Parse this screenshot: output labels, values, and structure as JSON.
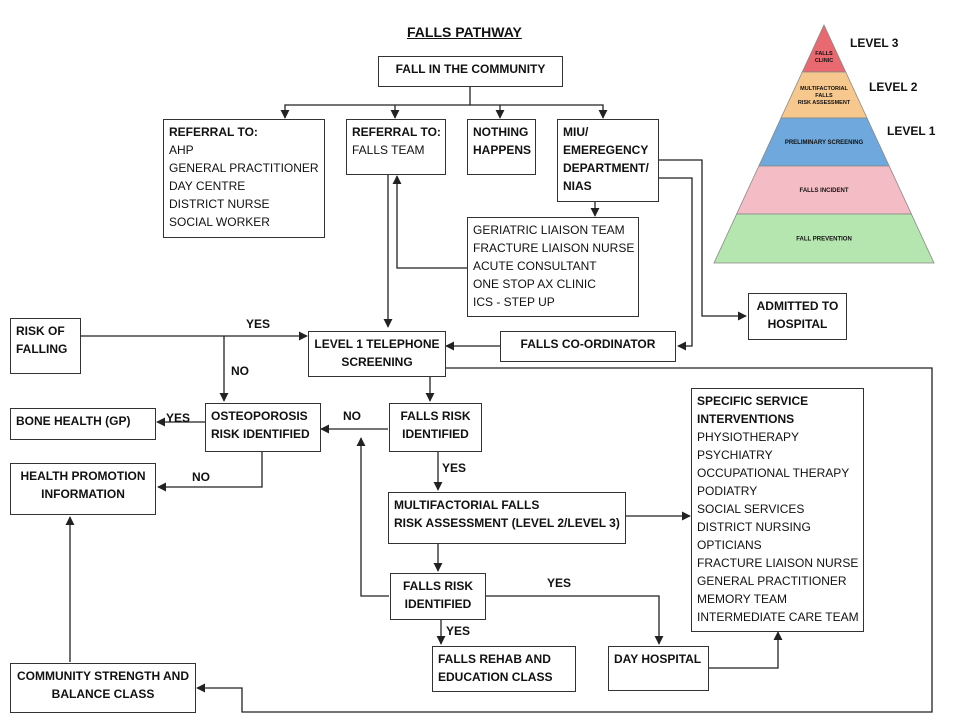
{
  "title": "FALLS PATHWAY",
  "boxes": {
    "fall_community": "FALL IN THE COMMUNITY",
    "referral_to_1": {
      "heading": "REFERRAL TO:",
      "items": [
        "AHP",
        "GENERAL PRACTITIONER",
        "DAY CENTRE",
        "DISTRICT NURSE",
        "SOCIAL WORKER"
      ]
    },
    "referral_to_2": {
      "heading": "REFERRAL TO:",
      "items": [
        "FALLS TEAM"
      ]
    },
    "nothing_happens": [
      "NOTHING",
      "HAPPENS"
    ],
    "miu": [
      "MIU/",
      "EMEREGENCY",
      "DEPARTMENT/",
      "NIAS"
    ],
    "geriatric": [
      "GERIATRIC LIAISON TEAM",
      "FRACTURE LIAISON NURSE",
      "ACUTE CONSULTANT",
      "ONE STOP AX CLINIC",
      "ICS - STEP UP"
    ],
    "admitted": [
      "ADMITTED TO",
      "HOSPITAL"
    ],
    "risk_of_falling": [
      "RISK OF",
      "FALLING"
    ],
    "level1_screening": [
      "LEVEL 1 TELEPHONE",
      "SCREENING"
    ],
    "falls_coordinator": "FALLS CO-ORDINATOR",
    "bone_health": "BONE HEALTH (GP)",
    "osteoporosis": [
      "OSTEOPOROSIS",
      "RISK IDENTIFIED"
    ],
    "falls_risk_1": [
      "FALLS RISK",
      "IDENTIFIED"
    ],
    "health_promotion": [
      "HEALTH PROMOTION",
      "INFORMATION"
    ],
    "multifactorial": [
      "MULTIFACTORIAL FALLS",
      "RISK ASSESSMENT (LEVEL 2/LEVEL 3)"
    ],
    "falls_risk_2": [
      "FALLS RISK",
      "IDENTIFIED"
    ],
    "specific_services": {
      "heading": [
        "SPECIFIC SERVICE",
        "INTERVENTIONS"
      ],
      "items": [
        "PHYSIOTHERAPY",
        "PSYCHIATRY",
        "OCCUPATIONAL THERAPY",
        "PODIATRY",
        "SOCIAL SERVICES",
        "DISTRICT NURSING",
        "OPTICIANS",
        "FRACTURE LIAISON NURSE",
        "GENERAL PRACTITIONER",
        "MEMORY TEAM",
        "INTERMEDIATE CARE TEAM"
      ]
    },
    "community_strength": [
      "COMMUNITY STRENGTH AND",
      "BALANCE CLASS"
    ],
    "falls_rehab": [
      "FALLS REHAB AND",
      "EDUCATION CLASS"
    ],
    "day_hospital": "DAY HOSPITAL"
  },
  "labels": {
    "yes_risk": "YES",
    "no_risk": "NO",
    "yes_bone": "YES",
    "no_osteo": "NO",
    "no_health": "NO",
    "yes_falls1": "YES",
    "yes_dayhosp": "YES",
    "yes_rehab": "YES"
  },
  "pyramid": {
    "levels": [
      {
        "text": [
          "FALLS",
          "CLINIC"
        ],
        "color": "#e8696f"
      },
      {
        "text": [
          "MULTIFACTORIAL",
          "FALLS",
          "RISK ASSESSMENT"
        ],
        "color": "#f6c88e"
      },
      {
        "text": [
          "PRELIMINARY SCREENING"
        ],
        "color": "#6fa8dc"
      },
      {
        "text": [
          "FALLS INCIDENT"
        ],
        "color": "#f4bcc4"
      },
      {
        "text": [
          "FALL PREVENTION"
        ],
        "color": "#b6e6b0"
      }
    ],
    "level_labels": [
      "LEVEL 3",
      "LEVEL 2",
      "LEVEL 1"
    ]
  }
}
